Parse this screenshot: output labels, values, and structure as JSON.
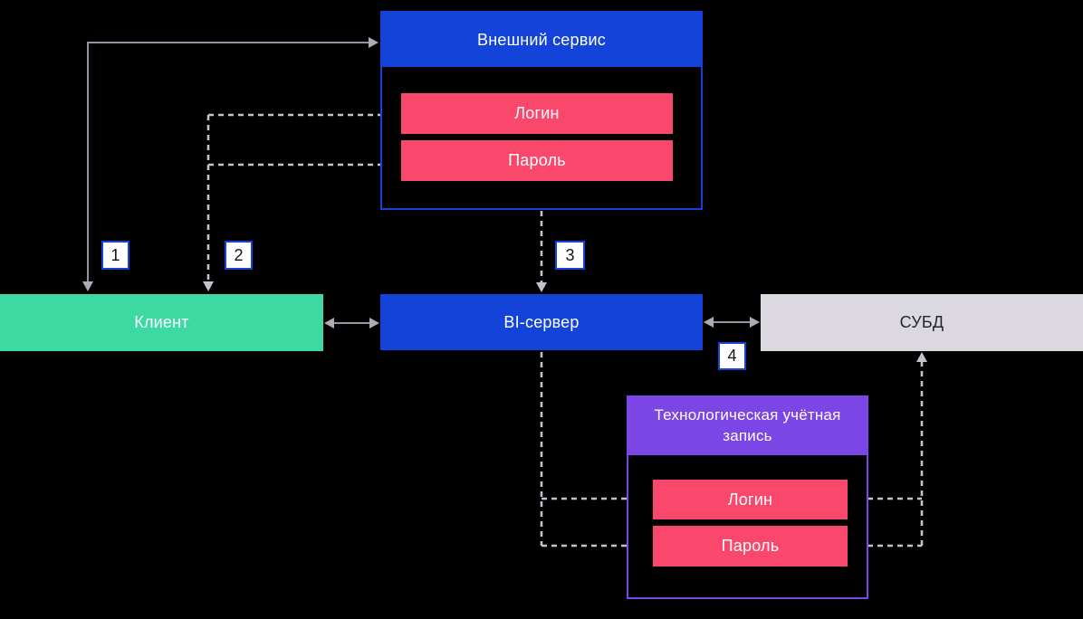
{
  "diagram": {
    "title_hint": "BI authentication flow diagram",
    "colors": {
      "background": "#000000",
      "blue": "#1343d9",
      "green": "#3cdaa2",
      "pink": "#f9486c",
      "purple": "#7c45e6",
      "gray_box": "#dbd8e0",
      "solid_connector": "#aeabb9",
      "dashed_connector": "#c4c2cd",
      "step_marker_bg": "#ffffff",
      "step_marker_border": "#1343d9"
    },
    "nodes": {
      "external_service": {
        "title": "Внешний сервис",
        "fields": [
          {
            "label": "Логин"
          },
          {
            "label": "Пароль"
          }
        ]
      },
      "client": {
        "title": "Клиент"
      },
      "bi_server": {
        "title": "BI-сервер"
      },
      "dbms": {
        "title": "СУБД"
      },
      "tech_account": {
        "title": "Технологическая учётная запись",
        "fields": [
          {
            "label": "Логин"
          },
          {
            "label": "Пароль"
          }
        ]
      }
    },
    "steps": [
      {
        "label": "1"
      },
      {
        "label": "2"
      },
      {
        "label": "3"
      },
      {
        "label": "4"
      }
    ]
  }
}
